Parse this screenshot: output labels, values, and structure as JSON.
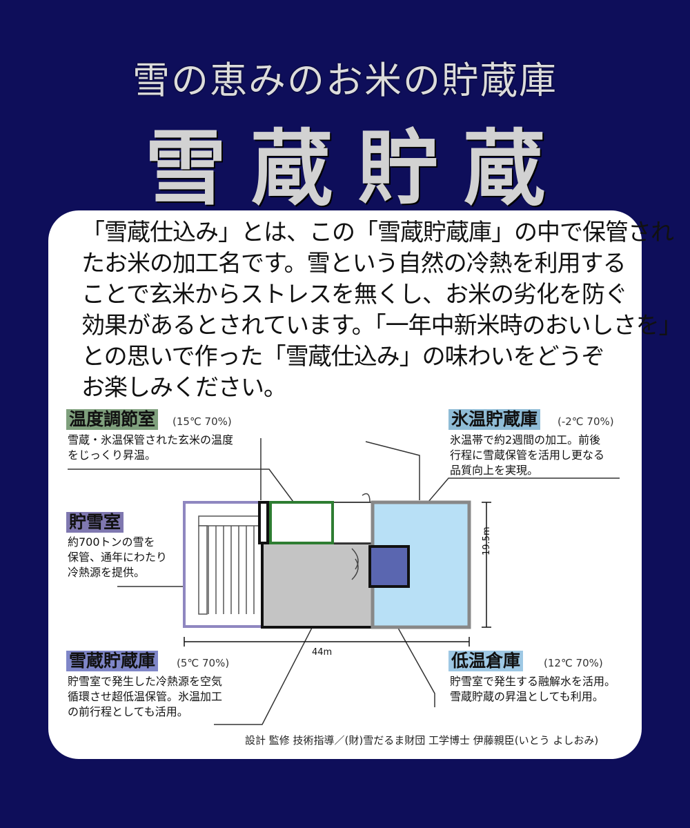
{
  "header": {
    "subtitle": "雪の恵みのお米の貯蔵庫",
    "title": "雪蔵貯蔵"
  },
  "intro": {
    "lines": [
      "「雪蔵仕込み」とは、この「雪蔵貯蔵庫」の中で保管され",
      "たお米の加工名です。雪という自然の冷熱を利用する",
      "ことで玄米からストレスを無くし、お米の劣化を防ぐ",
      "効果があるとされています。「一年中新米時のおいしさを」",
      "との思いで作った「雪蔵仕込み」の味わいをどうぞ",
      "お楽しみください。"
    ]
  },
  "rooms": {
    "temp_control": {
      "name": "温度調節室",
      "condition": "(15℃ 70%)",
      "desc": [
        "雪蔵・氷温保管された玄米の温度",
        "をじっくり昇温。"
      ]
    },
    "ice_temp": {
      "name": "氷温貯蔵庫",
      "condition": "(-2℃ 70%)",
      "desc": [
        "氷温帯で約2週間の加工。前後",
        "行程に雪蔵保管を活用し更なる",
        "品質向上を実現。"
      ]
    },
    "snow_room": {
      "name": "貯雪室",
      "desc": [
        "約700トンの雪を",
        "保管、通年にわたり",
        "冷熱源を提供。"
      ]
    },
    "snow_storage": {
      "name": "雪蔵貯蔵庫",
      "condition": "(5℃ 70%)",
      "desc": [
        "貯雪室で発生した冷熱源を空気",
        "循環させ超低温保管。氷温加工",
        "の前行程としても活用。"
      ]
    },
    "low_temp": {
      "name": "低温倉庫",
      "condition": "(12℃ 70%)",
      "desc": [
        "貯雪室で発生する融解水を活用。",
        "雪蔵貯蔵の昇温としても利用。"
      ]
    }
  },
  "dimensions": {
    "width": "44m",
    "height": "19.5m"
  },
  "credit": "設計 監修 技術指導／(財)雪だるま財団 工学博士 伊藤親臣(いとう よしおみ)",
  "colors": {
    "background": "#0e0e5a",
    "temp_control": "#7fa07d",
    "ice_temp": "#5a66b0",
    "snow_room": "#7f78b0",
    "snow_storage": "#c4c4c4",
    "low_temp": "#b8e0f6"
  }
}
